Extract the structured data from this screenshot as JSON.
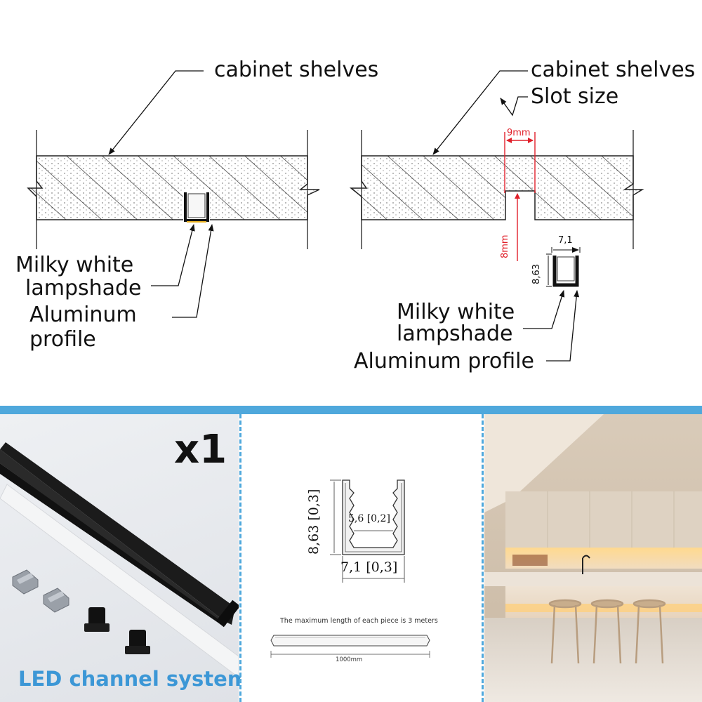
{
  "left_diagram": {
    "shelf_label": "cabinet shelves",
    "lampshade_label_line1": "Milky white",
    "lampshade_label_line2": "lampshade",
    "profile_label_line1": "Aluminum",
    "profile_label_line2": "profile"
  },
  "right_diagram": {
    "shelf_label": "cabinet shelves",
    "slot_label": "Slot size",
    "slot_width": "9mm",
    "slot_depth": "8mm",
    "profile_width": "7,1",
    "profile_height": "8,63",
    "lampshade_label_line1": "Milky white",
    "lampshade_label_line2": "lampshade",
    "profile_label": "Aluminum profile"
  },
  "product_panel": {
    "quantity": "x1",
    "title": "LED channel system"
  },
  "spec_panel": {
    "height_dim": "8,63 [0,3]",
    "inner_width_dim": "5,6 [0,2]",
    "width_dim": "7,1 [0,3]",
    "max_length_note": "The maximum length of each piece is 3 meters",
    "length_dim": "1000mm"
  },
  "colors": {
    "accent_blue": "#4fa8dc",
    "title_blue": "#3c97d6",
    "dimension_red": "#e0202a"
  }
}
